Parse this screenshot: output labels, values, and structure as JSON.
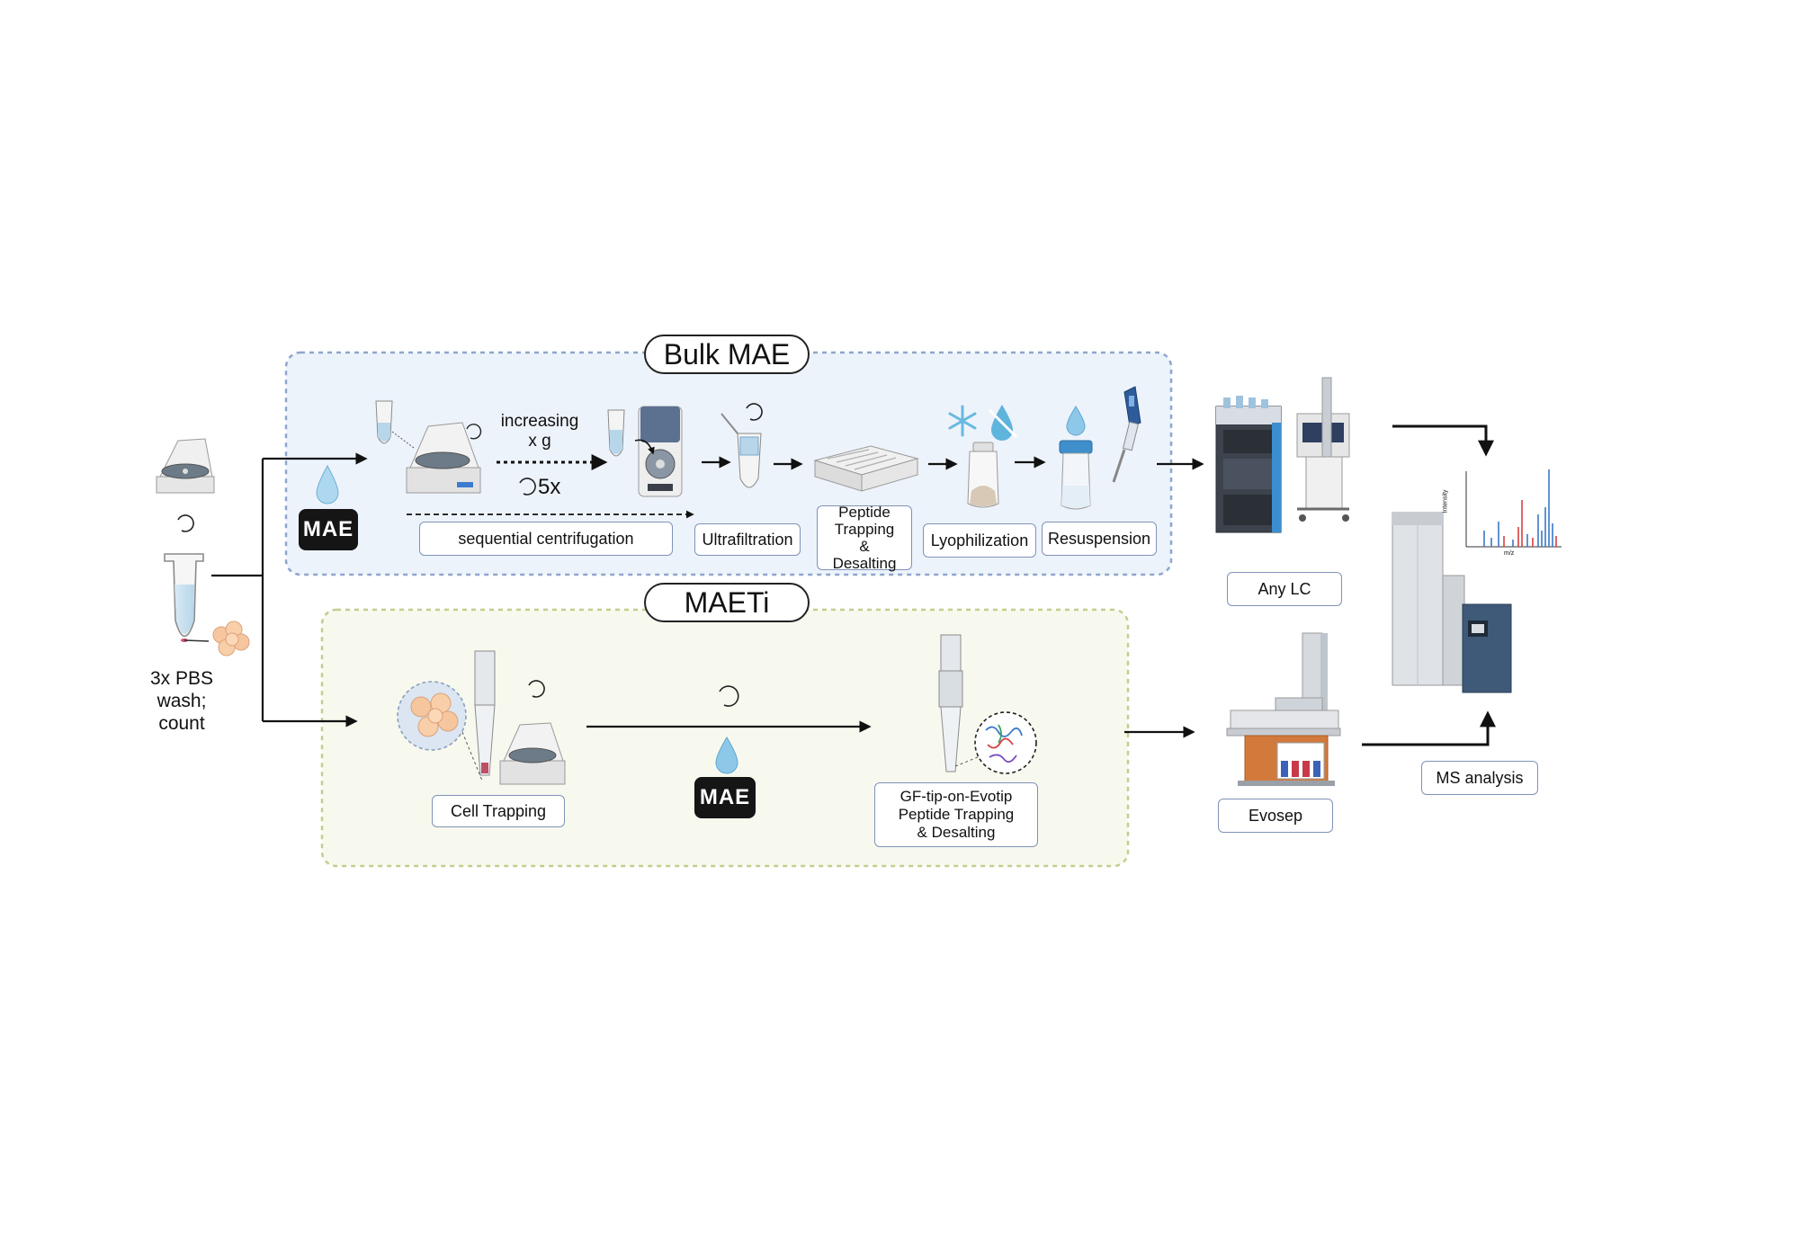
{
  "sections": {
    "bulk_title": "Bulk MAE",
    "maeti_title": "MAETi"
  },
  "start": {
    "label_lines": [
      "3x PBS",
      "wash;",
      "count"
    ]
  },
  "bulk": {
    "mae_badge": "MAE",
    "increasing_xg": [
      "increasing",
      "x g"
    ],
    "repeat": "5x",
    "steps": {
      "sequential_centrifugation": "sequential centrifugation",
      "ultrafiltration": "Ultrafiltration",
      "peptide_trapping": [
        "Peptide",
        "Trapping",
        "&",
        "Desalting"
      ],
      "lyophilization": "Lyophilization",
      "resuspension": "Resuspension"
    }
  },
  "maeti": {
    "mae_badge": "MAE",
    "cell_trapping": "Cell Trapping",
    "gf_tip": [
      "GF-tip-on-Evotip",
      "Peptide Trapping",
      "& Desalting"
    ]
  },
  "instruments": {
    "any_lc": "Any LC",
    "evosep": "Evosep",
    "ms_analysis": "MS analysis"
  },
  "spectrum": {
    "ylabel": "Intensity",
    "xlabel": "m/z"
  },
  "colors": {
    "bulk_fill": "#edf3fb",
    "bulk_border": "#8ea6cc",
    "maeti_fill": "#f8f9ee",
    "maeti_border": "#c6cc8e",
    "drop": "#8ec8e8",
    "spectrum_red": "#d94040",
    "spectrum_blue": "#3a78c8"
  }
}
